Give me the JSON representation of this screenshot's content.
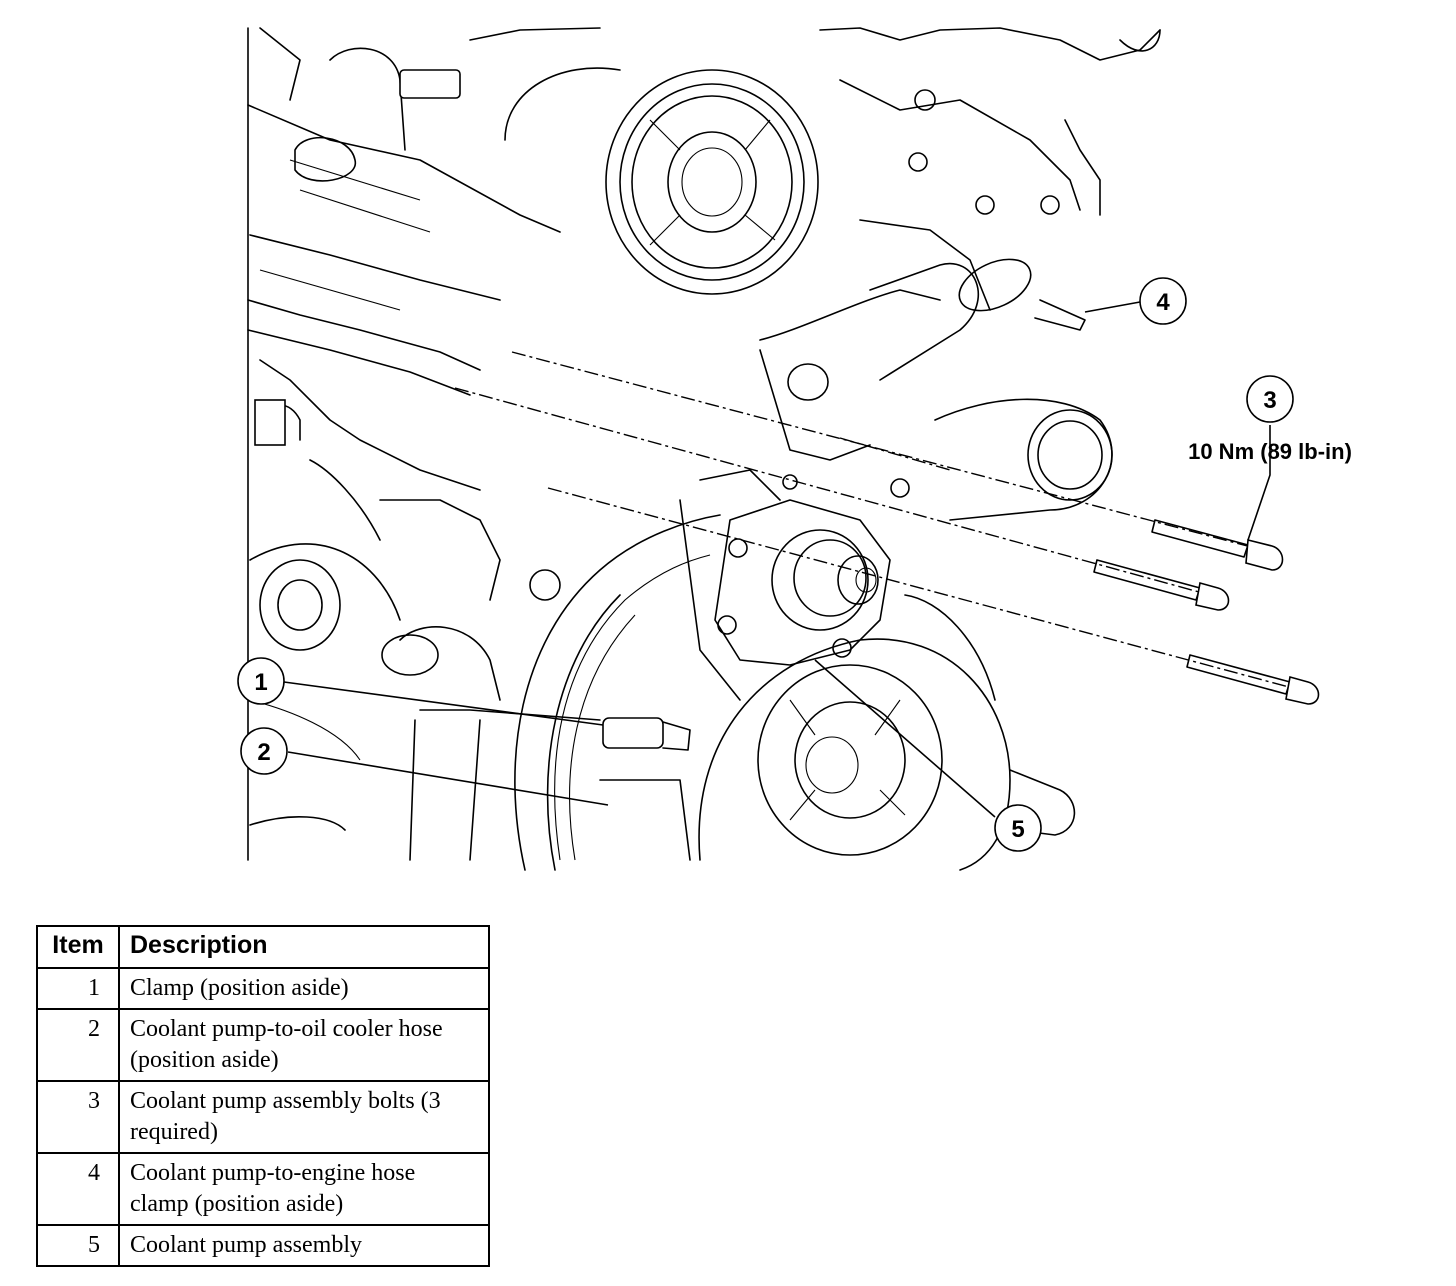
{
  "callouts": [
    {
      "number": "1"
    },
    {
      "number": "2"
    },
    {
      "number": "3",
      "spec": "10 Nm (89 lb-in)"
    },
    {
      "number": "4"
    },
    {
      "number": "5"
    }
  ],
  "legend": {
    "headers": {
      "item": "Item",
      "description": "Description"
    },
    "rows": [
      {
        "item": "1",
        "description": "Clamp (position aside)"
      },
      {
        "item": "2",
        "description": "Coolant pump-to-oil cooler hose (position aside)"
      },
      {
        "item": "3",
        "description": "Coolant pump assembly bolts (3 required)"
      },
      {
        "item": "4",
        "description": "Coolant pump-to-engine hose clamp (position aside)"
      },
      {
        "item": "5",
        "description": "Coolant pump assembly"
      }
    ]
  }
}
